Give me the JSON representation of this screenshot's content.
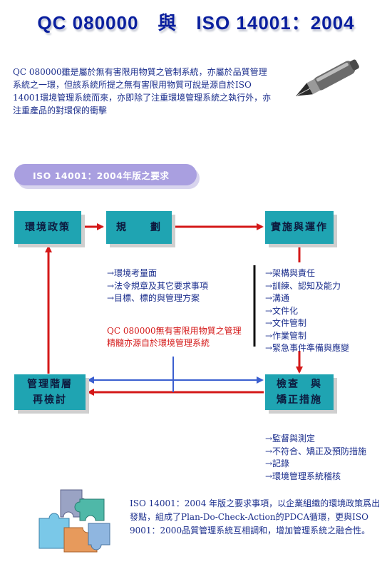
{
  "title": "QC 080000　與　ISO 14001：2004",
  "intro": "QC 080000雖是屬於無有害限用物質之管制系統，亦屬於品質管理系統之一環，但該系統所提之無有害限用物質可說是源自於ISO 14001環境管理系統而來，亦即除了注重環境管理系統之執行外，亦注重產品的對環保的衝擊",
  "banner": "ISO 14001：2004年版之要求",
  "boxes": {
    "policy": "環境政策",
    "planning": "規　　劃",
    "implementation": "實施與運作",
    "review_line1": "管理階層",
    "review_line2": "再檢討",
    "check_line1": "檢查　與",
    "check_line2": "矯正措施"
  },
  "planning_items": [
    "→環境考量面",
    "→法令規章及其它要求事項",
    "→目標、標的與管理方案"
  ],
  "implementation_items": [
    "→架構與責任",
    "→訓練、認知及能力",
    "→溝通",
    "→文件化",
    "→文件管制",
    "→作業管制",
    "→緊急事件準備與應變"
  ],
  "check_items": [
    "→監督與測定",
    "→不符合、矯正及預防措施",
    "→記錄",
    "→環境管理系統稽核"
  ],
  "red_note": "QC 080000無有害限用物質之管理精髓亦源自於環境管理系統",
  "footer": "ISO 14001：2004 年版之要求事項，以企業組織的環境政策爲出發點，組成了Plan-Do-Check-Action的PDCA循環，更與ISO 9001：2000品質管理系統互相調和，增加管理系統之融合性。",
  "colors": {
    "title": "#0a1f9e",
    "box": "#1fa4b2",
    "arrow_red": "#d41818",
    "arrow_blue": "#3b5fd0",
    "banner": "#a99fe0",
    "text": "#1a2d8c"
  },
  "icons": [
    "fountain-pen-icon",
    "puzzle-pieces-icon"
  ]
}
